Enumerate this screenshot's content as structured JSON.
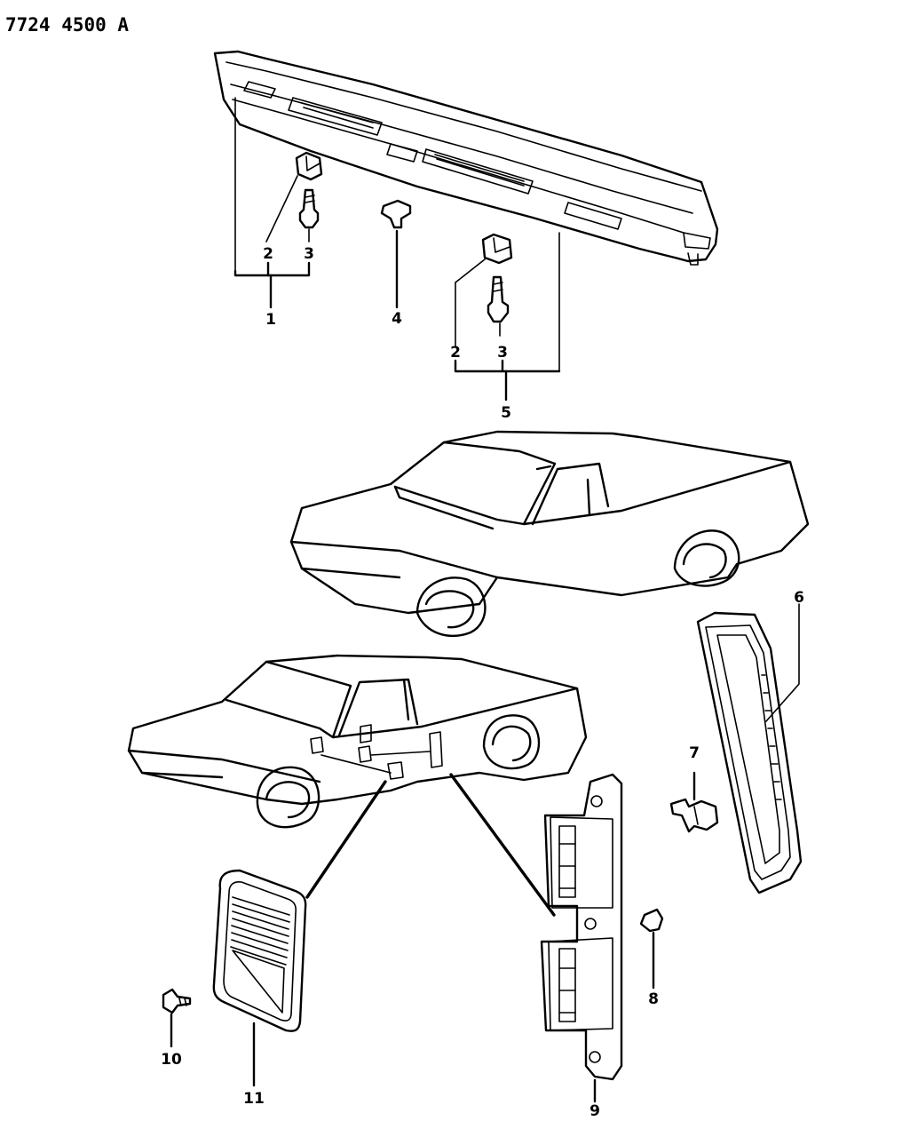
{
  "drawing_ref": "7724 4500 A",
  "callouts": {
    "c1": "1",
    "c2a": "2",
    "c3a": "3",
    "c4": "4",
    "c2b": "2",
    "c3b": "3",
    "c5": "5",
    "c6": "6",
    "c7": "7",
    "c8": "8",
    "c9": "9",
    "c10": "10",
    "c11": "11"
  }
}
